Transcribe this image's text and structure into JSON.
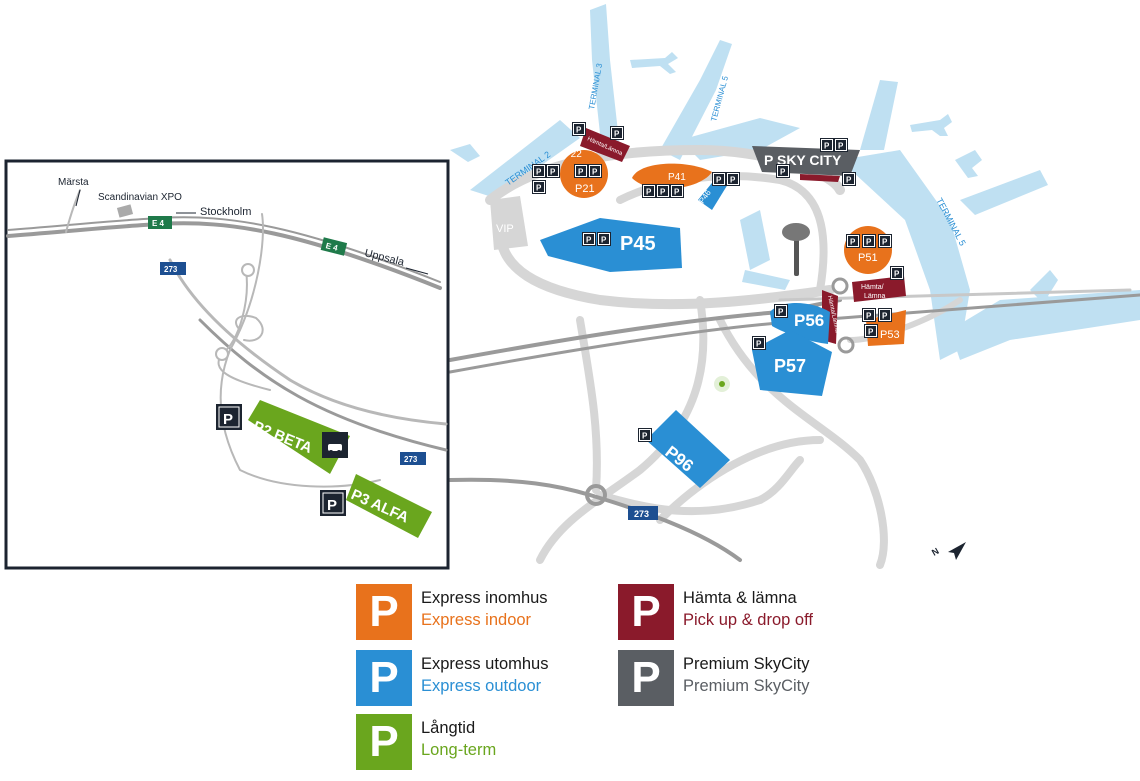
{
  "colors": {
    "express_indoor": "#e8721c",
    "express_outdoor": "#2a8fd4",
    "long_term": "#6aa61e",
    "pickup": "#8a1a2b",
    "premium": "#5a5e63",
    "terminal": "#bfe0f2",
    "road": "#d6d6d6",
    "road_dark": "#9a9a9a",
    "sign_green": "#1f7a4a",
    "sign_blue": "#1d4f91"
  },
  "map": {
    "terminals": {
      "t2": "TERMINAL 2",
      "t3": "TERMINAL 3",
      "t4": "TERMINAL 5",
      "t5": "TERMINAL 5"
    },
    "vip": "VIP",
    "lots": {
      "p22": "P22",
      "p21": "P21",
      "p41": "P41",
      "p46": "P46",
      "p45": "P45",
      "p51": "P51",
      "p53": "P53",
      "p56": "P56",
      "p57": "P57",
      "p96": "P96",
      "skycity": "P SKY CITY"
    },
    "pickup_labels": {
      "a": "Hämta/Lämna",
      "b": "Hämta/Lämna",
      "c_line1": "Hämta/",
      "c_line2": "Lämna"
    },
    "road_273": "273",
    "north": "N"
  },
  "inset": {
    "place_marsta": "Märsta",
    "place_xpo": "Scandinavian XPO",
    "place_stockholm": "Stockholm",
    "place_uppsala": "Uppsala",
    "e4_a": "E 4",
    "e4_b": "E 4",
    "road_273_a": "273",
    "road_273_b": "273",
    "lot_p2": "P2 BETA",
    "lot_p3": "P3 ALFA"
  },
  "legend": {
    "symbol": "P",
    "items": [
      {
        "sv": "Express inomhus",
        "en": "Express indoor",
        "color": "#e8721c"
      },
      {
        "sv": "Express utomhus",
        "en": "Express outdoor",
        "color": "#2a8fd4"
      },
      {
        "sv": "Långtid",
        "en": "Long-term",
        "color": "#6aa61e"
      },
      {
        "sv": "Hämta & lämna",
        "en": "Pick up & drop off",
        "color": "#8a1a2b"
      },
      {
        "sv": "Premium SkyCity",
        "en": "Premium SkyCity",
        "color": "#5a5e63"
      }
    ]
  }
}
